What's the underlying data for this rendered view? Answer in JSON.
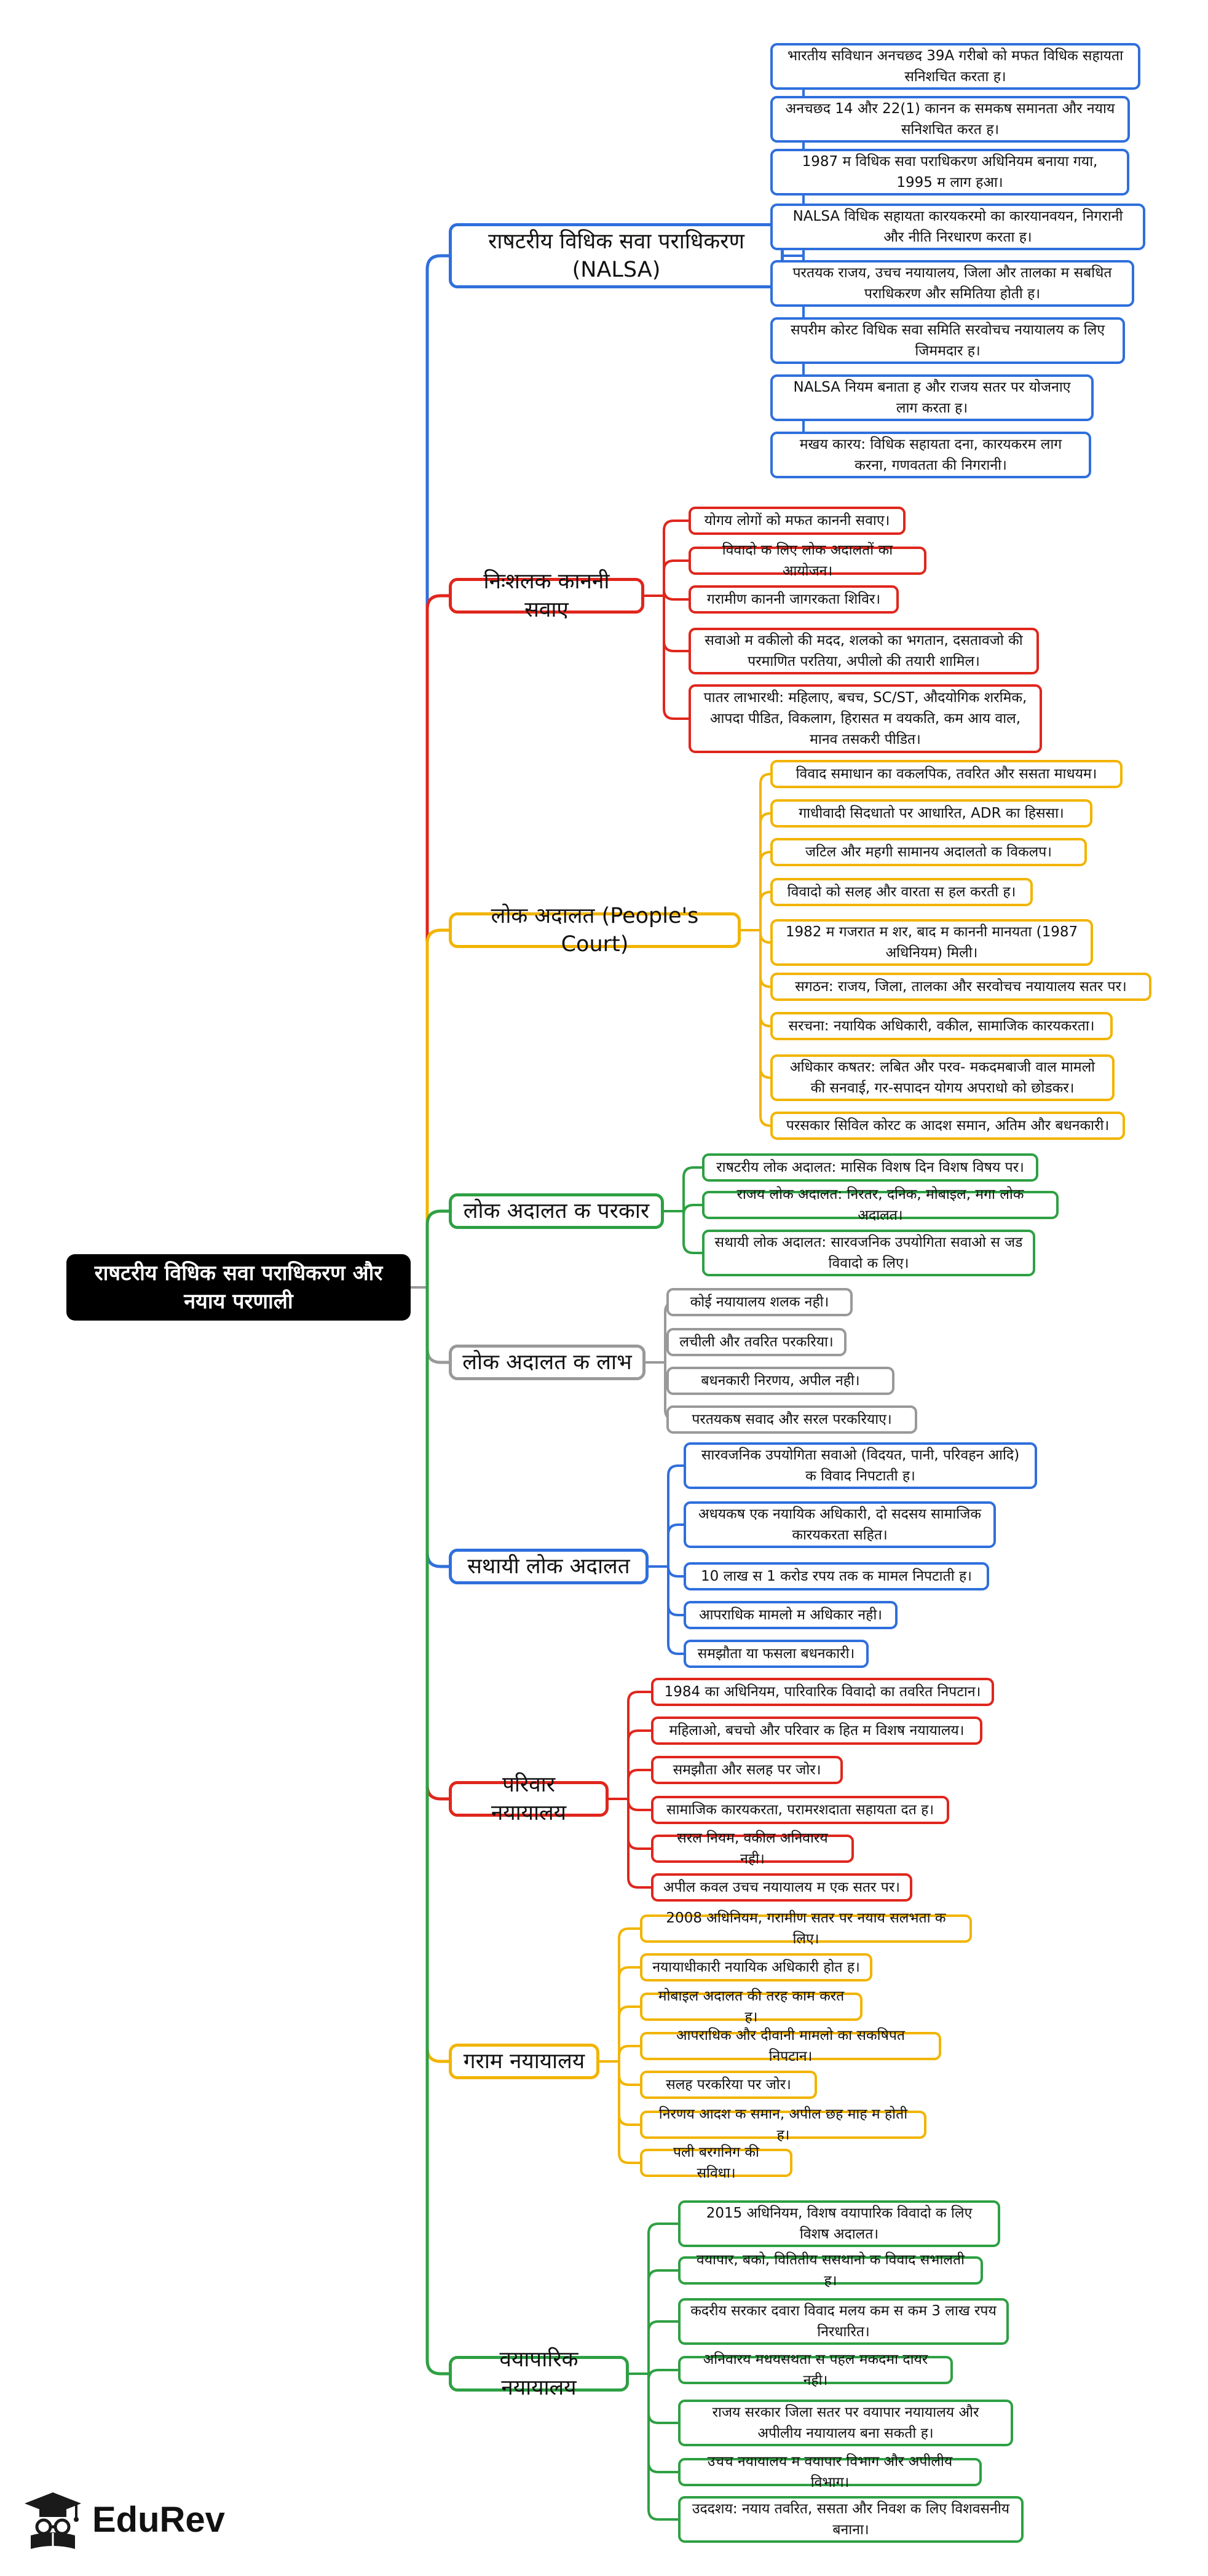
{
  "root_title": "राषटरीय विधिक सवा पराधिकरण और नयाय परणाली",
  "brand": "EduRev",
  "colors": {
    "blue": "#2f6fdc",
    "red": "#e0261c",
    "yellow": "#f2b400",
    "green": "#2ea043",
    "gray": "#999999",
    "root_bg": "#000000"
  },
  "icons": {
    "logo": "graduation-cap-reader-icon"
  },
  "branches": [
    {
      "label": "राषटरीय विधिक सवा पराधिकरण (NALSA)",
      "color": "blue",
      "leaves": [
        "भारतीय सविधान अनचछद 39A गरीबो को मफत विधिक सहायता सनिशचित करता ह।",
        "अनचछद 14 और 22(1) कानन क समकष समानता और नयाय सनिशचित करत ह।",
        "1987 म विधिक सवा पराधिकरण अधिनियम बनाया गया, 1995 म लाग हआ।",
        "NALSA विधिक सहायता कारयकरमो का कारयानवयन, निगरानी और नीति निरधारण करता ह।",
        "परतयक राजय, उचच नयायालय, जिला और तालका म सबधित पराधिकरण और समितिया होती ह।",
        "सपरीम कोरट विधिक सवा समिति सरवोचच नयायालय क लिए जिममदार ह।",
        "NALSA नियम बनाता ह और राजय सतर पर योजनाए लाग करता ह।",
        "मखय कारय: विधिक सहायता दना, कारयकरम लाग करना, गणवतता की निगरानी।"
      ]
    },
    {
      "label": "निःशलक काननी सवाए",
      "color": "red",
      "leaves": [
        "योगय लोगों को मफत काननी सवाए।",
        "विवादो क लिए लोक अदालतों का आयोजन।",
        "गरामीण काननी जागरकता शिविर।",
        "सवाओ म वकीलो की मदद, शलको का भगतान, दसतावजो की परमाणित परतिया, अपीलो की तयारी शामिल।",
        "पातर लाभारथी: महिलाए, बचच, SC/ST, औदयोगिक शरमिक, आपदा पीडित, विकलाग, हिरासत म वयकति, कम आय वाल, मानव तसकरी पीडित।"
      ]
    },
    {
      "label": "लोक अदालत (People's Court)",
      "color": "yellow",
      "leaves": [
        "विवाद समाधान का वकलपिक, तवरित और ससता माधयम।",
        "गाधीवादी सिदधातो पर आधारित, ADR का हिससा।",
        "जटिल और महगी सामानय अदालतो क विकलप।",
        "विवादो को सलह और वारता स हल करती ह।",
        "1982 म गजरात म शर, बाद म काननी मानयता (1987 अधिनियम) मिली।",
        "सगठन: राजय, जिला, तालका और सरवोचच नयायालय सतर पर।",
        "सरचना: नयायिक अधिकारी, वकील, सामाजिक कारयकरता।",
        "अधिकार कषतर: लबित और परव- मकदमबाजी वाल मामलो की सनवाई, गर-सपादन योगय अपराधो को छोडकर।",
        "परसकार सिविल कोरट क आदश समान, अतिम और बधनकारी।"
      ]
    },
    {
      "label": "लोक अदालत क परकार",
      "color": "green",
      "leaves": [
        "राषटरीय लोक अदालत: मासिक विशष दिन विशष विषय पर।",
        "राजय लोक अदालत: निरतर, दनिक, मोबाइल, मगा लोक अदालत।",
        "सथायी लोक अदालत: सारवजनिक उपयोगिता सवाओ स जड विवादो क लिए।"
      ]
    },
    {
      "label": "लोक अदालत क लाभ",
      "color": "gray",
      "leaves": [
        "कोई नयायालय शलक नही।",
        "लचीली और तवरित परकरिया।",
        "बधनकारी निरणय, अपील नही।",
        "परतयकष सवाद और सरल परकरियाए।"
      ]
    },
    {
      "label": "सथायी लोक अदालत",
      "color": "blue",
      "leaves": [
        "सारवजनिक उपयोगिता सवाओ (विदयत, पानी, परिवहन आदि) क विवाद निपटाती ह।",
        "अधयकष एक नयायिक अधिकारी, दो सदसय सामाजिक कारयकरता सहित।",
        "10 लाख स 1 करोड रपय तक क मामल निपटाती ह।",
        "आपराधिक मामलो म अधिकार नही।",
        "समझौता या फसला बधनकारी।"
      ]
    },
    {
      "label": "परिवार नयायालय",
      "color": "red",
      "leaves": [
        "1984 का अधिनियम, पारिवारिक विवादो का तवरित निपटान।",
        "महिलाओ, बचचो और परिवार क हित म विशष नयायालय।",
        "समझौता और सलह पर जोर।",
        "सामाजिक कारयकरता, परामरशदाता सहायता दत ह।",
        "सरल नियम, वकील अनिवारय नही।",
        "अपील कवल उचच नयायालय म एक सतर पर।"
      ]
    },
    {
      "label": "गराम नयायालय",
      "color": "yellow",
      "leaves": [
        "2008 अधिनियम, गरामीण सतर पर नयाय सलभता क लिए।",
        "नयायाधीकारी नयायिक अधिकारी होत ह।",
        "मोबाइल अदालत की तरह काम करत ह।",
        "आपराधिक और दीवानी मामलो का सकषिपत निपटान।",
        "सलह परकरिया पर जोर।",
        "निरणय आदश क समान, अपील छह माह म होती ह।",
        "पली बरगनिग की सविधा।"
      ]
    },
    {
      "label": "वयापारिक नयायालय",
      "color": "green",
      "leaves": [
        "2015 अधिनियम, विशष वयापारिक विवादो क लिए विशष अदालत।",
        "वयापार, बको, वितितीय ससथानो क विवाद सभालती ह।",
        "कदरीय सरकार दवारा विवाद मलय कम स कम 3 लाख रपय निरधारित।",
        "अनिवारय मधयसथता स पहल मकदमा दायर नही।",
        "राजय सरकार जिला सतर पर वयापार नयायालय और अपीलीय नयायालय बना सकती ह।",
        "उचच नयायालय म वयापार विभाग और अपीलीय विभाग।",
        "उददशय: नयाय तवरित, ससता और निवश क लिए विशवसनीय बनाना।"
      ]
    }
  ]
}
